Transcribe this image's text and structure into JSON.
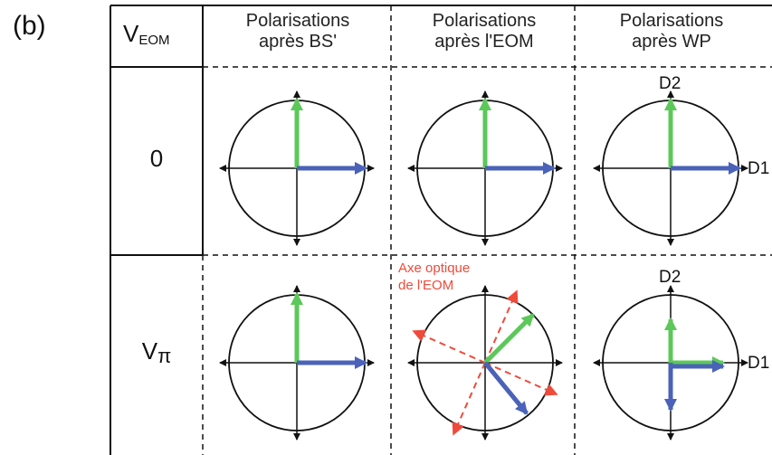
{
  "panel_label": "(b)",
  "corner_header": {
    "main": "V",
    "sub": "EOM"
  },
  "columns": [
    {
      "line1": "Polarisations",
      "line2": "après BS'"
    },
    {
      "line1": "Polarisations",
      "line2": "après l'EOM"
    },
    {
      "line1": "Polarisations",
      "line2": "après WP"
    }
  ],
  "rows": [
    {
      "label_main": "0",
      "label_sub": ""
    },
    {
      "label_main": "V",
      "label_sub": "π"
    }
  ],
  "annotation": {
    "line1": "Axe optique",
    "line2": "de l'EOM"
  },
  "axis_labels": {
    "d1": "D1",
    "d2": "D2"
  },
  "colors": {
    "green_arrow": "#5cc85a",
    "blue_arrow": "#4a62b8",
    "optic_axis": "#f04a3a",
    "ink": "#111111"
  }
}
